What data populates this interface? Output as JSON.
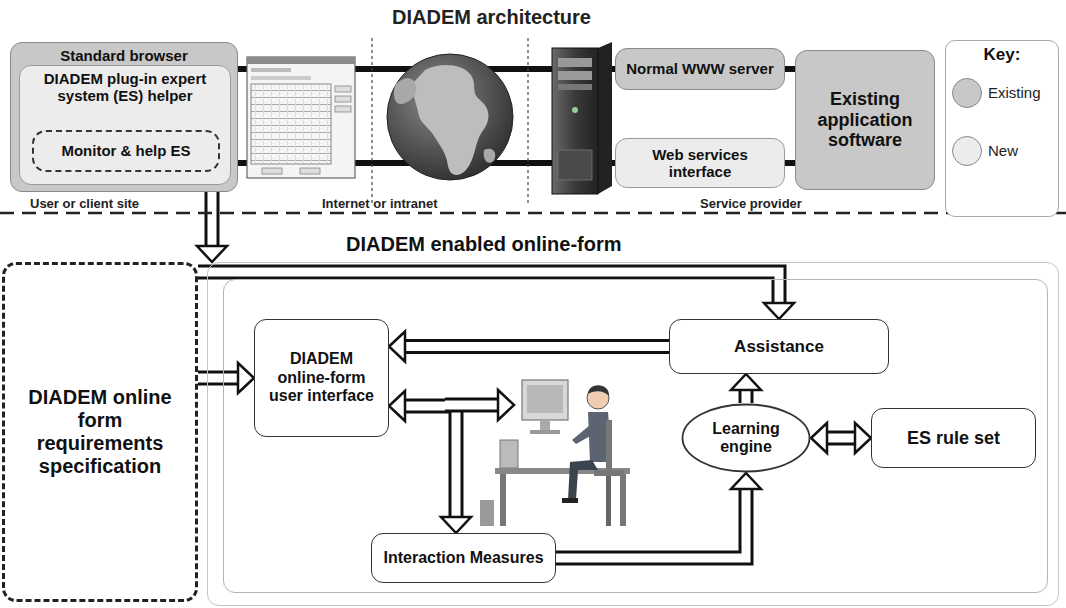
{
  "diagram": {
    "title": "DIADEM architecture",
    "nodes": [
      {
        "text": [
          "Standard browser"
        ]
      },
      {
        "text": [
          "DIADEM plug-in expert system (ES) helper"
        ],
        "in": 0
      },
      {
        "text": [
          "Monitor & help ES"
        ],
        "in": 1
      },
      {
        "text": [
          "Normal WWW server"
        ]
      },
      {
        "text": [
          "Web services interface"
        ]
      },
      {
        "text": [
          "Existing application software"
        ]
      },
      {
        "text": [
          "Key:"
        ]
      },
      {
        "text": [
          "DIADEM enabled online-form"
        ]
      },
      {
        "text": [
          "DIADEM online form requirements specification"
        ]
      },
      {
        "text": [
          "DIADEM online-form user interface"
        ],
        "in": 7
      },
      {
        "text": [
          "Assistance"
        ],
        "in": 7
      },
      {
        "text": [
          "Learning engine"
        ],
        "in": 7
      },
      {
        "text": [
          "ES rule set"
        ],
        "in": 7
      },
      {
        "text": [
          "Interaction Measures"
        ],
        "in": 7
      }
    ],
    "edges": [
      {
        "from": 0,
        "to": 3,
        "arrow": "none"
      },
      {
        "from": 0,
        "to": 4,
        "arrow": "none"
      },
      {
        "from": 3,
        "to": 5,
        "arrow": "none"
      },
      {
        "from": 4,
        "to": 5,
        "arrow": "none"
      },
      {
        "from": 2,
        "to": 7,
        "arrow": "to"
      },
      {
        "from": 8,
        "to": 10,
        "arrow": "to"
      },
      {
        "from": 8,
        "to": 9,
        "arrow": "to"
      },
      {
        "from": 10,
        "to": 9,
        "arrow": "to"
      },
      {
        "from": 9,
        "to": 13,
        "arrow": "both"
      },
      {
        "from": 13,
        "to": 11,
        "arrow": "to"
      },
      {
        "from": 11,
        "to": 10,
        "arrow": "to"
      },
      {
        "from": 11,
        "to": 12,
        "arrow": "both"
      }
    ],
    "labels": [
      "User or client site",
      "Internet or intranet",
      "Service provider"
    ],
    "legend": [
      {
        "text": "Existing",
        "color": "#c8c8c8"
      },
      {
        "text": "New",
        "color": "#ececec"
      }
    ]
  }
}
